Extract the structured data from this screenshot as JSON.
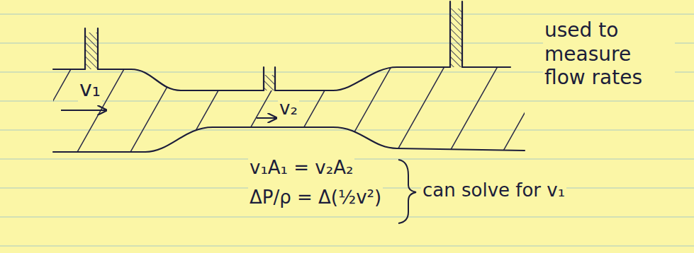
{
  "diagram": {
    "labels": [
      "v₁",
      "v₂",
      "used to measure flow rates",
      "v₁A₁ = v₂A₂",
      "ΔP/ρ = Δ(½v²)",
      "can solve for v₁"
    ]
  }
}
